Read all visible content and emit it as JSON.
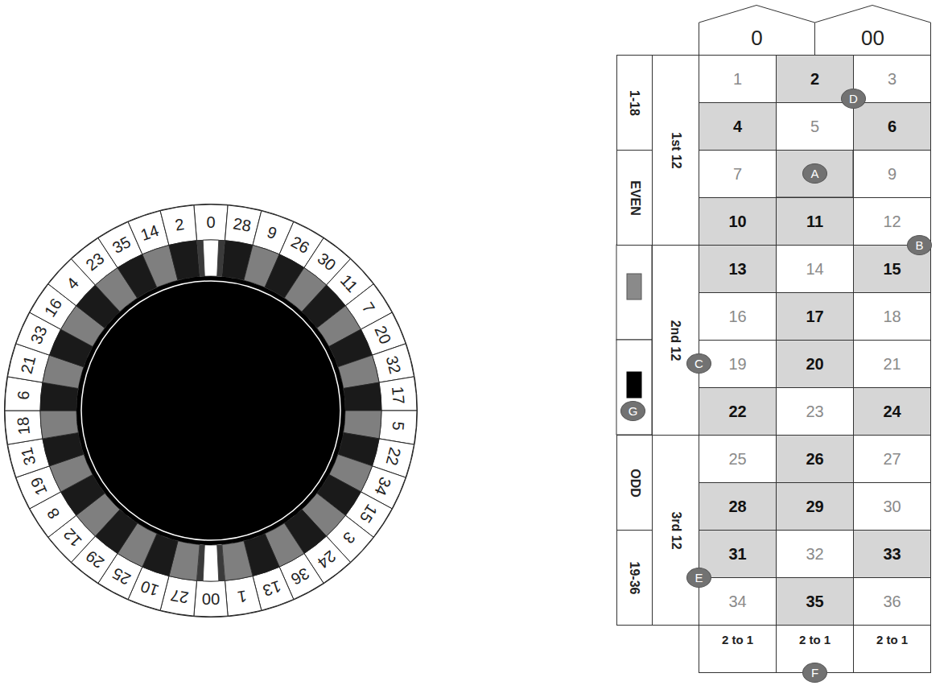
{
  "diagram": {
    "nodes": [
      {
        "text": [
          "0"
        ]
      },
      {
        "text": [
          "00"
        ]
      },
      {
        "text": [
          "1-18"
        ]
      },
      {
        "text": [
          "EVEN"
        ]
      },
      {
        "text": [
          "ODD"
        ]
      },
      {
        "text": [
          "19-36"
        ]
      },
      {
        "text": [
          "1st 12"
        ]
      },
      {
        "text": [
          "2nd 12"
        ]
      },
      {
        "text": [
          "3rd 12"
        ]
      },
      {
        "text": [
          "1"
        ]
      },
      {
        "text": [
          "2"
        ]
      },
      {
        "text": [
          "3"
        ]
      },
      {
        "text": [
          "4"
        ]
      },
      {
        "text": [
          "5"
        ]
      },
      {
        "text": [
          "6"
        ]
      },
      {
        "text": [
          "7"
        ]
      },
      {
        "text": [
          "9"
        ]
      },
      {
        "text": [
          "10"
        ]
      },
      {
        "text": [
          "11"
        ]
      },
      {
        "text": [
          "12"
        ]
      },
      {
        "text": [
          "13"
        ]
      },
      {
        "text": [
          "14"
        ]
      },
      {
        "text": [
          "15"
        ]
      },
      {
        "text": [
          "16"
        ]
      },
      {
        "text": [
          "17"
        ]
      },
      {
        "text": [
          "18"
        ]
      },
      {
        "text": [
          "19"
        ]
      },
      {
        "text": [
          "20"
        ]
      },
      {
        "text": [
          "21"
        ]
      },
      {
        "text": [
          "22"
        ]
      },
      {
        "text": [
          "23"
        ]
      },
      {
        "text": [
          "24"
        ]
      },
      {
        "text": [
          "25"
        ]
      },
      {
        "text": [
          "26"
        ]
      },
      {
        "text": [
          "27"
        ]
      },
      {
        "text": [
          "28"
        ]
      },
      {
        "text": [
          "29"
        ]
      },
      {
        "text": [
          "30"
        ]
      },
      {
        "text": [
          "31"
        ]
      },
      {
        "text": [
          "32"
        ]
      },
      {
        "text": [
          "33"
        ]
      },
      {
        "text": [
          "34"
        ]
      },
      {
        "text": [
          "35"
        ]
      },
      {
        "text": [
          "36"
        ]
      },
      {
        "text": [
          "2 to 1"
        ]
      },
      {
        "text": [
          "2 to 1"
        ]
      },
      {
        "text": [
          "2 to 1"
        ]
      },
      {
        "text": [
          "A"
        ]
      },
      {
        "text": [
          "B"
        ]
      },
      {
        "text": [
          "C"
        ]
      },
      {
        "text": [
          "D"
        ]
      },
      {
        "text": [
          "E"
        ]
      },
      {
        "text": [
          "F"
        ]
      },
      {
        "text": [
          "G"
        ]
      }
    ],
    "labels": [
      "0",
      "28",
      "9",
      "26",
      "30",
      "11",
      "7",
      "20",
      "32",
      "17",
      "5",
      "22",
      "34",
      "15",
      "3",
      "24",
      "36",
      "13",
      "1",
      "00",
      "27",
      "10",
      "25",
      "29",
      "12",
      "8",
      "19",
      "31",
      "18",
      "6",
      "21",
      "33",
      "16",
      "4",
      "23",
      "35",
      "14",
      "2"
    ]
  }
}
